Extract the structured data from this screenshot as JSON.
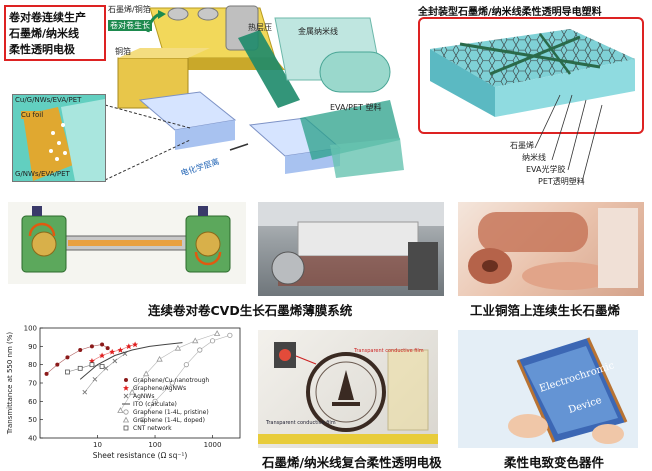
{
  "panels": {
    "roll_process": {
      "title_lines": [
        "卷对卷连续生产",
        "石墨烯/纳米线",
        "柔性透明电极"
      ],
      "labels": {
        "graphene_cu_foil": "石墨烯/铜箔",
        "hot_press": "热层压",
        "roll_to_roll": "卷对卷生长",
        "copper_foil": "铜箔",
        "metal_nanowire": "金属纳米线",
        "eva_pet": "EVA/PET 塑料",
        "electrochem_layer": "电化学层离"
      },
      "inset_labels": {
        "top": "Cu/G/NWs/EVA/PET",
        "cu_foil": "Cu foil",
        "bottom": "G/NWs/EVA/PET"
      }
    },
    "encapsulated": {
      "title": "全封装型石墨烯/纳米线柔性透明导电塑料",
      "layers": [
        "石墨烯",
        "纳米线",
        "EVA光学胶",
        "PET透明塑料"
      ]
    },
    "cvd_system": {
      "caption": "连续卷对卷CVD生长石墨烯薄膜系统"
    },
    "industrial_copper": {
      "caption": "工业铜箔上连续生长石墨烯"
    },
    "composite_electrode": {
      "caption": "石墨烯/纳米线复合柔性透明电极",
      "photo_texts": [
        "Transparent conductive film",
        "Transparent conductive film"
      ]
    },
    "electrochromic": {
      "caption": "柔性电致变色器件",
      "device_text": [
        "Electrochromic",
        "Device"
      ]
    }
  },
  "chart_data": {
    "type": "scatter",
    "xlabel": "Sheet resistance (Ω sq⁻¹)",
    "ylabel": "Transmittance at 550 nm (%)",
    "xscale": "log",
    "xlim": [
      1,
      3000
    ],
    "ylim": [
      40,
      100
    ],
    "xticks": [
      {
        "value": 10,
        "label": "10"
      },
      {
        "value": 100,
        "label": "100"
      },
      {
        "value": 1000,
        "label": "1000"
      }
    ],
    "yticks": [
      40,
      50,
      60,
      70,
      80,
      90,
      100
    ],
    "grid": false,
    "legend_position": "center-right",
    "series": [
      {
        "name": "Graphene/Cu nanotrough",
        "color": "#8b1a1a",
        "marker": "filled-circle",
        "x": [
          1.3,
          2,
          3,
          5,
          8,
          12,
          15
        ],
        "y": [
          75,
          80,
          84,
          88,
          90,
          91,
          89
        ]
      },
      {
        "name": "Graphene/AgNWs",
        "color": "#e02020",
        "marker": "star",
        "x": [
          8,
          12,
          18,
          25,
          35,
          45
        ],
        "y": [
          82,
          85,
          87,
          88,
          90,
          91
        ]
      },
      {
        "name": "AgNWs",
        "color": "#777777",
        "marker": "x",
        "x": [
          6,
          9,
          14,
          20,
          30
        ],
        "y": [
          65,
          72,
          78,
          82,
          86
        ]
      },
      {
        "name": "ITO (calculate)",
        "color": "#444444",
        "marker": "line",
        "x": [
          5,
          10,
          20,
          40,
          80,
          150,
          300
        ],
        "y": [
          72,
          80,
          85,
          88,
          90,
          91,
          92
        ]
      },
      {
        "name": "Graphene (1-4L, pristine)",
        "color": "#999999",
        "marker": "open-circle",
        "x": [
          60,
          100,
          200,
          350,
          600,
          1000,
          2000
        ],
        "y": [
          50,
          60,
          70,
          80,
          88,
          93,
          96
        ]
      },
      {
        "name": "Graphene (1-4L, doped)",
        "color": "#999999",
        "marker": "open-triangle",
        "x": [
          25,
          40,
          70,
          120,
          250,
          500,
          1200
        ],
        "y": [
          55,
          65,
          75,
          83,
          89,
          93,
          97
        ]
      },
      {
        "name": "CNT network",
        "color": "#555555",
        "marker": "open-square",
        "x": [
          3,
          5,
          8,
          12
        ],
        "y": [
          76,
          78,
          80,
          79
        ]
      }
    ]
  }
}
